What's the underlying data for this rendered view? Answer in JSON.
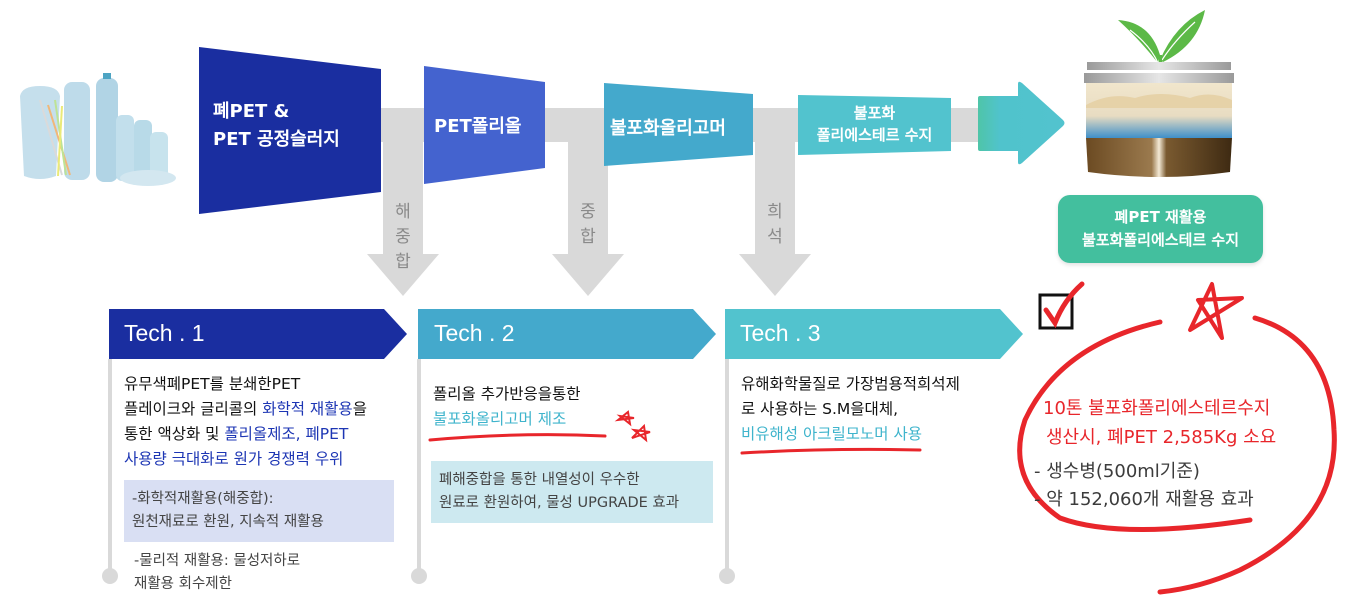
{
  "colors": {
    "stage1": "#1a2ea0",
    "stage2": "#4463cf",
    "stage3": "#44a9cc",
    "stage4": "#52c3ce",
    "arrow_gray": "#d9d9d9",
    "result_green": "#43bf9e",
    "highlight_red": "#e8262b",
    "text_blue": "#1d36b4",
    "text_teal": "#3fb4cc"
  },
  "input_image": {
    "icon": "pet-bottles-image"
  },
  "process": {
    "stages": [
      {
        "lines": [
          "폐PET &",
          "PET 공정슬러지"
        ]
      },
      {
        "lines": [
          "PET폴리올"
        ]
      },
      {
        "lines": [
          "불포화올리고머"
        ]
      },
      {
        "lines": [
          "불포화",
          "폴리에스테르 수지"
        ]
      }
    ],
    "down_arrows": [
      {
        "label_chars": [
          "해",
          "중",
          "합"
        ]
      },
      {
        "label_chars": [
          "중",
          "합"
        ]
      },
      {
        "label_chars": [
          "희",
          "석"
        ]
      }
    ]
  },
  "product": {
    "icon": "resin-jar-with-sprout-image",
    "badge_lines": [
      "폐PET 재활용",
      "불포화폴리에스테르 수지"
    ]
  },
  "techs": [
    {
      "title": "Tech . 1",
      "desc": [
        [
          {
            "t": "유무색폐PET를 분쇄한PET",
            "c": ""
          }
        ],
        [
          {
            "t": "플레이크와 글리콜의 ",
            "c": ""
          },
          {
            "t": "화학적 재활용",
            "c": "hl-blue"
          },
          {
            "t": "을",
            "c": ""
          }
        ],
        [
          {
            "t": "통한 액상화 및 ",
            "c": ""
          },
          {
            "t": "폴리올제조, 폐PET",
            "c": "hl-blue"
          }
        ],
        [
          {
            "t": "사용량 극대화로 원가 경쟁력 우위",
            "c": "hl-blue"
          }
        ]
      ],
      "box_lines": [
        "-화학적재활용(해중합):",
        "원천재료로 환원, 지속적 재활용"
      ],
      "note_lines": [
        "-물리적 재활용: 물성저하로",
        "재활용 회수제한"
      ]
    },
    {
      "title": "Tech . 2",
      "desc": [
        [
          {
            "t": "폴리올 추가반응을통한",
            "c": ""
          }
        ],
        [
          {
            "t": "불포화올리고머 제조",
            "c": "hl-teal"
          }
        ]
      ],
      "box_lines": [
        "폐해중합을 통한 내열성이 우수한",
        "원료로 환원하여, 물성 UPGRADE 효과"
      ]
    },
    {
      "title": "Tech . 3",
      "desc": [
        [
          {
            "t": "유해화학물질로 가장범용적희석제",
            "c": ""
          }
        ],
        [
          {
            "t": "로 사용하는 S.M을대체,",
            "c": ""
          }
        ],
        [
          {
            "t": "비유해성 아크릴모노머 사용",
            "c": "hl-teal"
          }
        ]
      ]
    }
  ],
  "result": {
    "highlight_lines": [
      "10톤 불포화폴리에스테르수지",
      "생산시, 폐PET 2,585Kg 소요"
    ],
    "detail_lines": [
      "- 생수병(500ml기준)",
      "- 약 152,060개 재활용 효과"
    ]
  }
}
